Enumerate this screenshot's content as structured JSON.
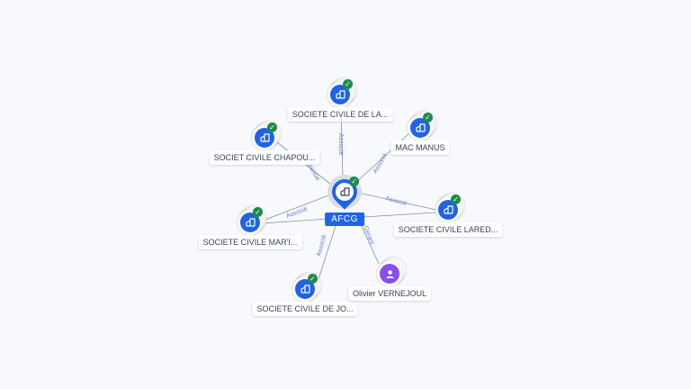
{
  "center": {
    "label": "AFCG",
    "icon": "building-icon",
    "verified": true
  },
  "nodes": [
    {
      "label": "SOCIETE CIVILE DE LA...",
      "icon": "building-icon",
      "verified": true
    },
    {
      "label": "MAC MANUS",
      "icon": "building-icon",
      "verified": true
    },
    {
      "label": "SOCIET CIVILE CHAPOU...",
      "icon": "building-icon",
      "verified": true
    },
    {
      "label": "SOCIETE CIVILE LARED...",
      "icon": "building-icon",
      "verified": true
    },
    {
      "label": "SOCIETE CIVILE MAR'I...",
      "icon": "building-icon",
      "verified": true
    },
    {
      "label": "SOCIETE CIVILE DE JO...",
      "icon": "building-icon",
      "verified": true
    },
    {
      "label": "Olivier VERNEJOUL",
      "icon": "person-icon",
      "verified": false
    }
  ],
  "edges": [
    {
      "label": "Associé"
    },
    {
      "label": "Associé"
    },
    {
      "label": "Associé"
    },
    {
      "label": "Associé"
    },
    {
      "label": "Associé"
    },
    {
      "label": "Associé"
    },
    {
      "label": "Gérant"
    }
  ],
  "colors": {
    "accent": "#1f63e8",
    "verified": "#1e8a4c",
    "person": "#8a4df0",
    "edge_label": "#6d7ad8"
  }
}
